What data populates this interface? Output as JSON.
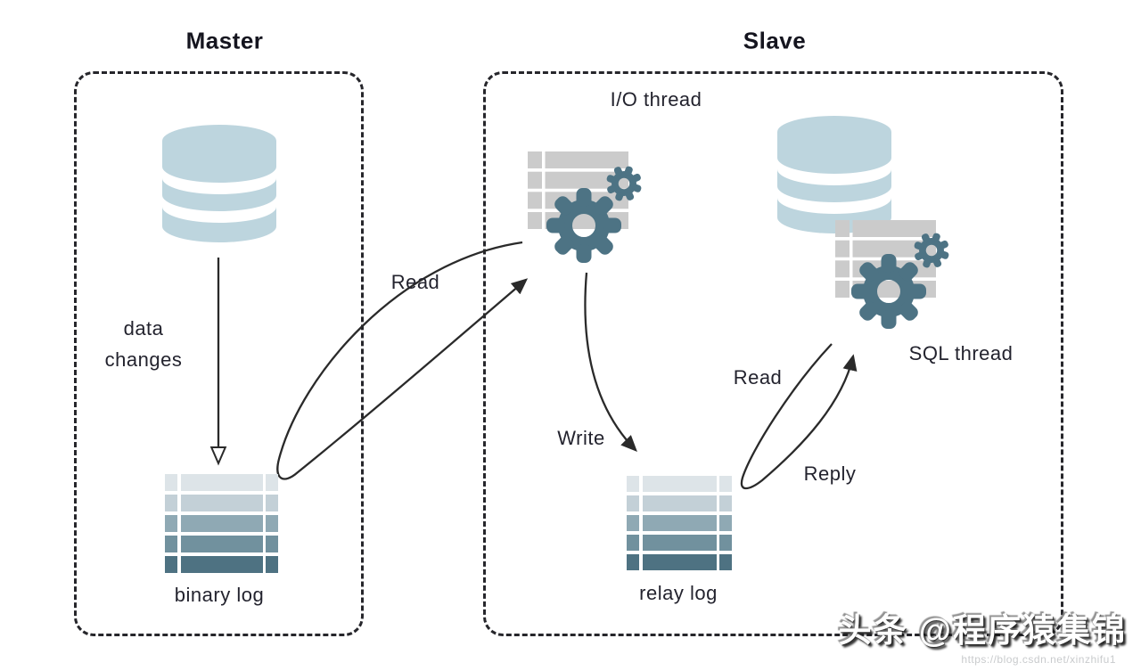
{
  "master": {
    "title": "Master",
    "data_changes": {
      "line1": "data",
      "line2": "changes"
    },
    "binary_log_label": "binary log"
  },
  "slave": {
    "title": "Slave",
    "io_thread_label": "I/O thread",
    "sql_thread_label": "SQL thread",
    "relay_log_label": "relay log"
  },
  "arrows": {
    "read_binlog_label": "Read",
    "write_label": "Write",
    "read_relay_label": "Read",
    "reply_label": "Reply"
  },
  "watermark": {
    "text": "头条 @程序猿集锦",
    "subtext": "https://blog.csdn.net/xinzhifu1"
  },
  "icons": {
    "master_db": "database-icon",
    "binary_log": "log-file-icon",
    "io_thread": "table-gears-icon",
    "relay_log": "log-file-icon",
    "sql_thread": "database-table-gears-icon"
  },
  "colors": {
    "box_border": "#26262b",
    "text": "#23232e",
    "arrow": "#2a2a2a",
    "database_blue": "#bdd5de",
    "gear_teal": "#4d7384",
    "table_gray": "#cbcbcb",
    "log_rows": [
      "#dde4e8",
      "#c3d0d7",
      "#8fa9b4",
      "#71919e",
      "#4e7282"
    ],
    "watermark_text": "#ffffff",
    "watermark_sub_gray": "#c9cbcd"
  }
}
